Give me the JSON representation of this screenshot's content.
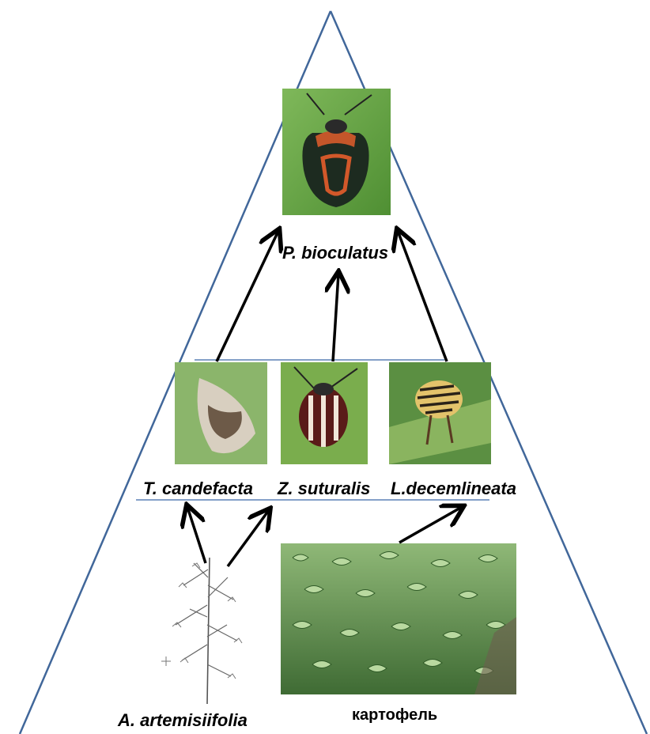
{
  "diagram": {
    "apex": {
      "label": "P. bioculatus",
      "icon": "stink-bug-photo"
    },
    "middle_level": [
      {
        "label": "T. candefacta",
        "icon": "moth-photo"
      },
      {
        "label": "Z. suturalis",
        "icon": "striped-beetle-photo"
      },
      {
        "label": "L.decemlineata",
        "icon": "colorado-beetle-photo"
      }
    ],
    "base_level": [
      {
        "label": "A. artemisiifolia",
        "icon": "ragweed-drawing"
      },
      {
        "label": "картофель",
        "icon": "potato-field-photo"
      }
    ],
    "colors": {
      "pyramid_outline": "#41679a",
      "arrows": "#000000",
      "divider_lines": "#5b80b5"
    }
  }
}
